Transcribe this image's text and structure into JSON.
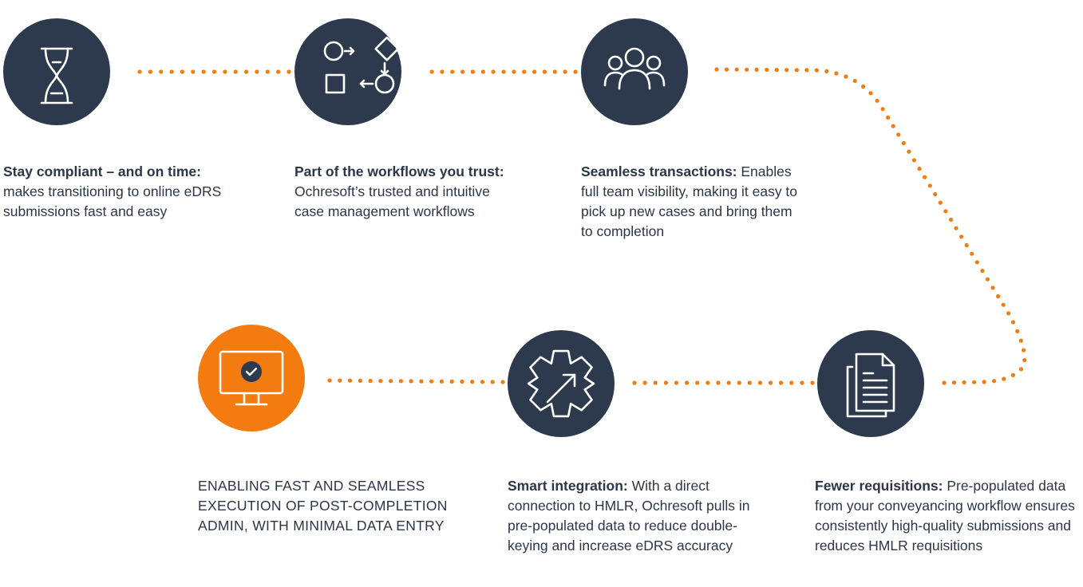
{
  "colors": {
    "navy": "#2d3a4e",
    "orange": "#f47b0f",
    "text": "#2b3648"
  },
  "steps": [
    {
      "icon": "hourglass-icon",
      "bold": "Stay compliant – and on time:",
      "text": " makes transitioning to online eDRS submissions fast and easy"
    },
    {
      "icon": "workflow-icon",
      "bold": "Part of the workflows you trust:",
      "text": " Ochresoft’s trusted and intuitive case management workflows"
    },
    {
      "icon": "team-icon",
      "bold": "Seamless transactions:",
      "text": " Enables full team visibility, making it easy to pick up new cases and bring them to completion"
    },
    {
      "icon": "documents-icon",
      "bold": "Fewer requisitions:",
      "text": " Pre-populated data from your conveyancing workflow ensures consistently high-quality submissions and reduces HMLR requisitions"
    },
    {
      "icon": "gear-arrow-icon",
      "bold": "Smart integration:",
      "text": " With a direct connection to HMLR, Ochresoft pulls in pre-populated data to reduce double-keying and increase eDRS accuracy"
    },
    {
      "icon": "monitor-check-icon",
      "bold": "",
      "text": "ENABLING FAST AND SEAMLESS EXECUTION OF POST-COMPLETION ADMIN, WITH MINIMAL DATA ENTRY"
    }
  ]
}
